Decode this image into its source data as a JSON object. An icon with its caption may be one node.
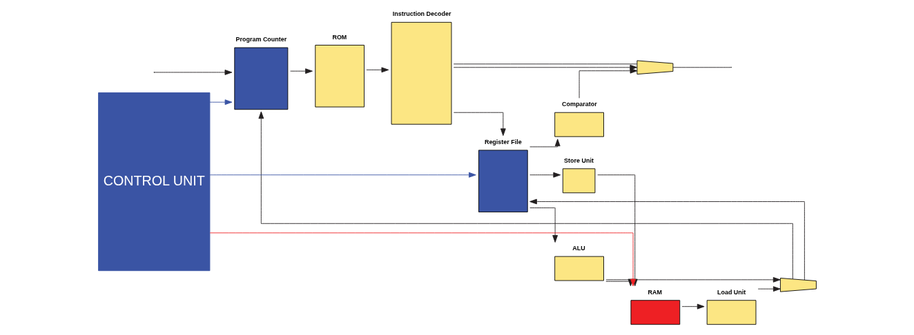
{
  "diagram": {
    "nodes": [
      {
        "text": [
          "Program Counter"
        ]
      },
      {
        "text": [
          "ROM"
        ]
      },
      {
        "text": [
          "Instruction Decoder"
        ]
      },
      {
        "text": [
          "Register File"
        ]
      },
      {
        "text": [
          "ALU"
        ]
      },
      {
        "text": [
          "Comparator"
        ]
      },
      {
        "text": [],
        "shape": "trapezoid"
      },
      {
        "text": [
          "RAM"
        ]
      },
      {
        "text": [
          "Load Unit"
        ]
      },
      {
        "text": [],
        "shape": "trapezoid"
      },
      {
        "text": [
          "Store Unit"
        ]
      },
      {
        "text": [
          "CONTROL UNIT"
        ]
      }
    ],
    "edges": [
      {
        "from": null,
        "to": 0,
        "arrow": "to"
      },
      {
        "from": 9,
        "to": 0,
        "arrow": "to"
      },
      {
        "from": 0,
        "to": 1,
        "arrow": "to"
      },
      {
        "from": 1,
        "to": 2,
        "arrow": "to"
      },
      {
        "from": 9,
        "to": 3,
        "arrow": "to"
      },
      {
        "from": 2,
        "to": 3,
        "arrow": "to"
      },
      {
        "from": 3,
        "to": 4,
        "arrow": "to"
      },
      {
        "from": 3,
        "to": 5,
        "arrow": "to"
      },
      {
        "from": 3,
        "to": 10,
        "arrow": "to"
      },
      {
        "from": 4,
        "to": 7,
        "arrow": "to"
      },
      {
        "from": 4,
        "to": 9,
        "arrow": "to"
      },
      {
        "from": 5,
        "to": 6,
        "arrow": "to"
      },
      {
        "from": 2,
        "to": 6,
        "arrow": "to"
      },
      {
        "from": 2,
        "to": 6,
        "arrow": "none"
      },
      {
        "from": 6,
        "to": null,
        "arrow": "none"
      },
      {
        "from": 10,
        "to": 7,
        "arrow": "to"
      },
      {
        "from": 7,
        "to": 8,
        "arrow": "to"
      },
      {
        "from": 8,
        "to": 9,
        "arrow": "to"
      },
      {
        "from": 11,
        "to": 0,
        "arrow": "to",
        "color": "#3a54a4"
      },
      {
        "from": 11,
        "to": 3,
        "arrow": "to",
        "color": "#3a54a4"
      },
      {
        "from": 11,
        "to": 7,
        "arrow": "to",
        "color": "#ee2024"
      }
    ]
  }
}
